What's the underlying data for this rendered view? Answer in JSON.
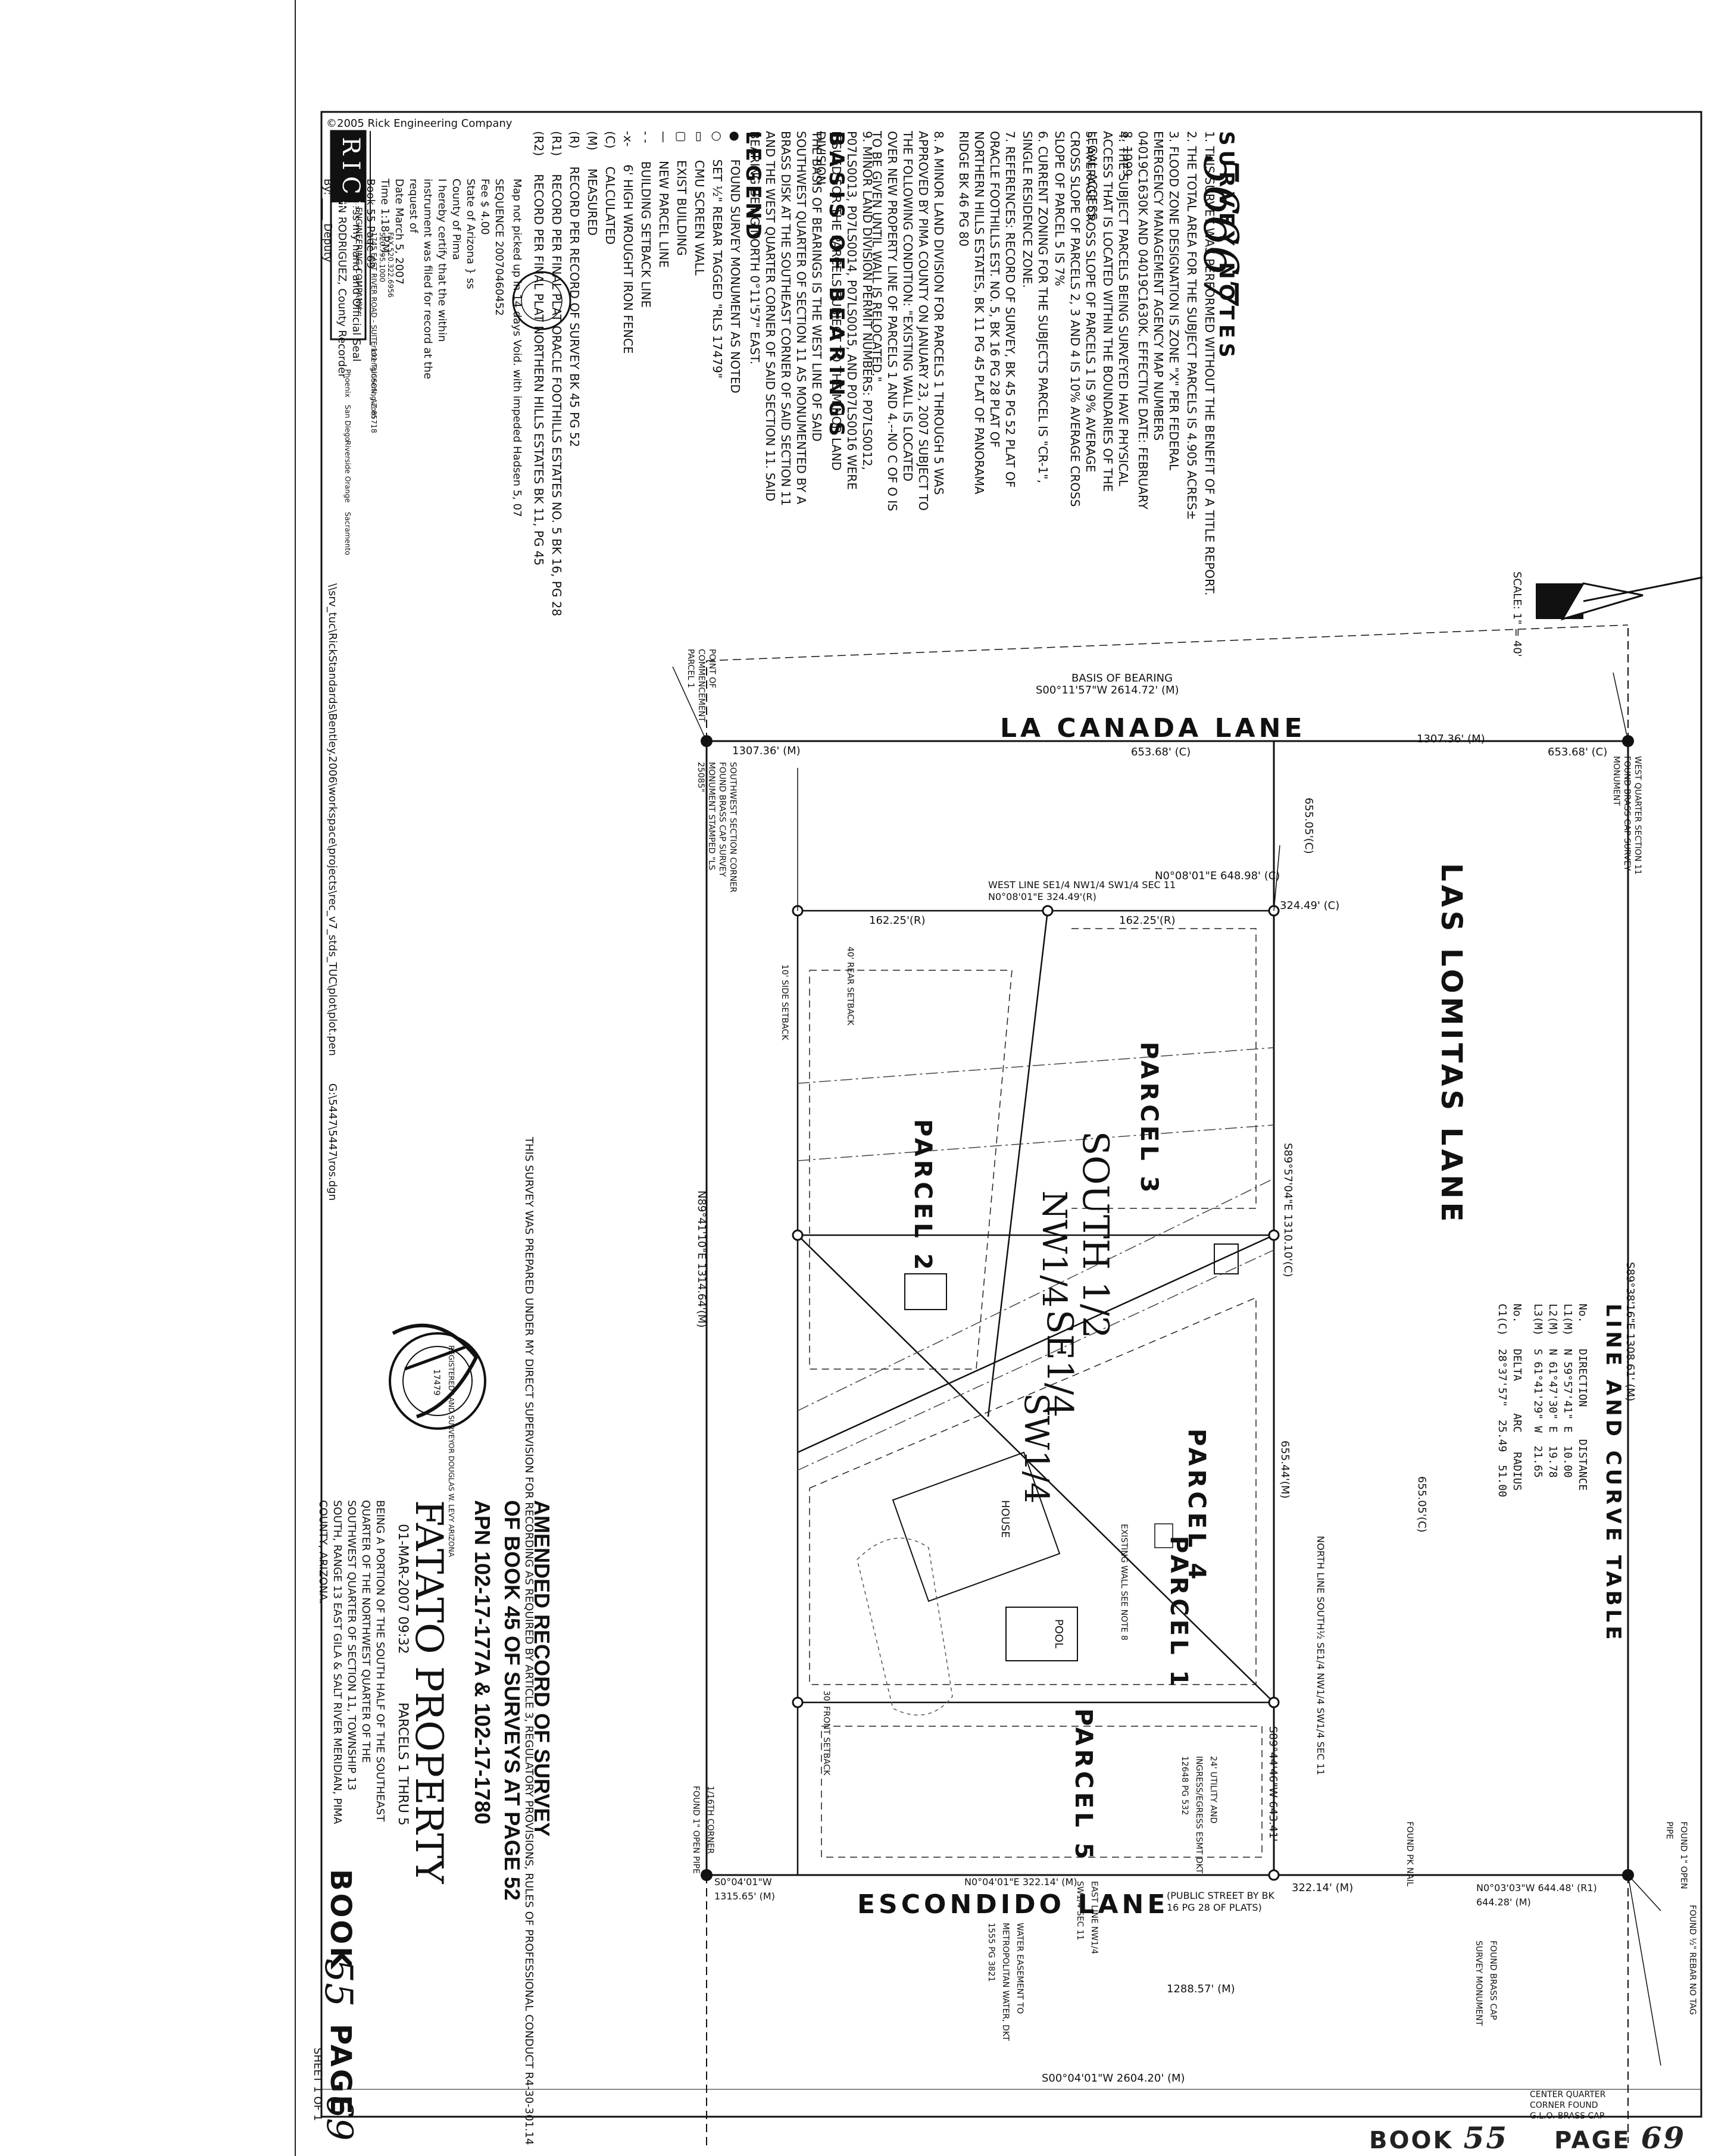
{
  "header": {
    "copyright": "©2005 Rick Engineering Company",
    "handwritten_number": "56667"
  },
  "survey_notes": {
    "title": "SURVEY NOTES",
    "notes": [
      "1. THIS SURVEY WAS PERFORMED WITHOUT THE BENEFIT OF A TITLE REPORT.",
      "2. THE TOTAL AREA FOR THE SUBJECT PARCELS IS 4.905 ACRES±",
      "3. FLOOD ZONE DESIGNATION IS ZONE \"X\" PER FEDERAL EMERGENCY MANAGEMENT AGENCY MAP NUMBERS 04019C1630K AND 04019C1630K. EFFECTIVE DATE: FEBRUARY 8, 1999.",
      "4. THE SUBJECT PARCELS BEING SURVEYED HAVE PHYSICAL ACCESS THAT IS LOCATED WITHIN THE BOUNDARIES OF THE LEGAL ACCESS.",
      "5. AVERAGE CROSS SLOPE OF PARCELS 1 IS 9% AVERAGE CROSS SLOPE OF PARCELS 2, 3 AND 4 IS 10% AVERAGE CROSS SLOPE OF PARCEL 5 IS 7%",
      "6. CURRENT ZONING FOR THE SUBJECTS PARCEL IS \"CR-1\", SINGLE RESIDENCE ZONE.",
      "7. REFERENCES: RECORD OF SURVEY, BK 45 PG 52 PLAT OF ORACLE FOOTHILLS EST. NO. 5, BK 16 PG 28 PLAT OF NORTHERN HILLS ESTATES, BK 11 PG 45 PLAT OF PANORAMA RIDGE BK 46 PG 80",
      "8. A MINOR LAND DIVISION FOR PARCELS 1 THROUGH 5 WAS APPROVED BY PIMA COUNTY ON JANUARY 23, 2007 SUBJECT TO THE FOLLOWING CONDITION: \"EXISTING WALL IS LOCATED OVER NEW PROPERTY LINE OF PARCELS 1 AND 4.--NO C OF O IS TO BE GIVEN UNTIL WALL IS RELOCATED.\"",
      "9. MINOR LAND DIVISION PERMIT NUMBERS: P07LS0012, P07LS0013, P07LS0014, P07LS0015, AND P07LS0016 WERE ISSUED FOR THE PARCELS SUBJECT TO THE MINOR LAND DIVISION"
    ]
  },
  "basis_of_bearings": {
    "title": "BASIS OF BEARINGS",
    "text": "THE BASIS OF BEARINGS IS THE WEST LINE OF SAID SOUTHWEST QUARTER OF SECTION 11 AS MONUMENTED BY A BRASS DISK AT THE SOUTHEAST CORNER OF SAID SECTION 11 AND THE WEST QUARTER CORNER OF SAID SECTION 11. SAID BEARING BEING NORTH 0°11'57\" EAST."
  },
  "legend": {
    "title": "LEGEND",
    "items": [
      {
        "symbol": "●",
        "text": "FOUND SURVEY MONUMENT AS NOTED"
      },
      {
        "symbol": "○",
        "text": "SET ½\" REBAR TAGGED \"RLS 17479\""
      },
      {
        "symbol": "▭",
        "text": "CMU SCREEN WALL"
      },
      {
        "symbol": "▢",
        "text": "EXIST BUILDING"
      },
      {
        "symbol": "—",
        "text": "NEW PARCEL LINE"
      },
      {
        "symbol": "- -",
        "text": "BUILDING SETBACK LINE"
      },
      {
        "symbol": "-x-",
        "text": "6' HIGH WROUGHT IRON FENCE"
      },
      {
        "symbol": "(C)",
        "text": "CALCULATED"
      },
      {
        "symbol": "(M)",
        "text": "MEASURED"
      },
      {
        "symbol": "(R)",
        "text": "RECORD PER RECORD OF SURVEY BK 45 PG 52"
      },
      {
        "symbol": "(R1)",
        "text": "RECORD PER FINAL PLAT ORACLE FOOTHILLS ESTATES NO. 5 BK 16, PG 28"
      },
      {
        "symbol": "(R2)",
        "text": "RECORD PER FINAL PLAT NORTHERN HILLS ESTATES BK 11, PG 45"
      }
    ]
  },
  "recorder": {
    "map_note": "Map not picked up in 14 days Void. with impeded Hadsen 5, 07",
    "sequence_label": "SEQUENCE",
    "sequence": "20070460452",
    "fee": "Fee $ 4.00",
    "state_line": "State of Arizona } ss",
    "county_line": "County of Pima",
    "certify": "I hereby certify that the within instrument was filed for record at the request of",
    "date_line": "Date March 5, 2007",
    "time_line": "Time 1:18 P.M.",
    "book_line": "Book 55  Page 69",
    "witness": "Witness my hand and Official Seal",
    "recorder_name": "F. ANN RODRIGUEZ, County Recorder",
    "by_line": "By: ____ Deputy"
  },
  "company": {
    "name": "RICK",
    "sub": "ENGINEERING COMPANY",
    "address": "1745 EAST RIVER ROAD - SUITE 101 TUCSON, AZ 85718",
    "phone": "520.795.1000",
    "fax": "FAX 520.322.6956",
    "web": "rickengineering.com",
    "offices": [
      "Phoenix",
      "San Diego",
      "Riverside",
      "Orange",
      "Sacramento"
    ]
  },
  "file_path": "\\\\srv_tuc\\RickStandards\\Bentley.2006\\workspace\\projects\\rec_v7_stds_TUC\\plot\\plot.pen",
  "file_ref": "G:\\5447\\5447\\ros.dgn",
  "certification_text": "THIS SURVEY WAS PREPARED UNDER MY DIRECT SUPERVISION FOR RECORDING AS REQUIRED BY ARTICLE 3, REGULATORY PROVISIONS, RULES OF PROFESSIONAL CONDUCT R4-30-301.14",
  "seal": {
    "text": "REGISTERED LAND SURVEYOR DOUGLAS W. LEVY ARIZONA",
    "number": "17479"
  },
  "date_stamp": "01-MAR-2007   09:32",
  "title_block": {
    "line1": "AMENDED RECORD OF SURVEY",
    "line2": "OF BOOK 45 OF SURVEYS AT PAGE 52",
    "line3": "APN 102-17-177A & 102-17-1780",
    "property": "FATATO PROPERTY",
    "parcels": "PARCELS 1 THRU 5",
    "description": "BEING A PORTION OF THE SOUTH HALF OF THE SOUTHEAST QUARTER OF THE NORTHWEST QUARTER OF THE SOUTHWEST QUARTER OF SECTION 11, TOWNSHIP 13 SOUTH, RANGE 13 EAST GILA & SALT RIVER MERIDIAN, PIMA COUNTY, ARIZONA."
  },
  "book_page": {
    "book_label": "BOOK",
    "book": "55",
    "page_label": "PAGE",
    "page": "69",
    "sheet": "SHEET 1 OF 1"
  },
  "bottom_stamp": {
    "book_label": "BOOK",
    "book": "55",
    "page_label": "PAGE",
    "page": "69"
  },
  "scale": "SCALE: 1\" = 40'",
  "line_curve_table": {
    "title": "LINE AND CURVE TABLE",
    "line_headers": [
      "No.",
      "DIRECTION",
      "DISTANCE"
    ],
    "lines": [
      [
        "L1(M)",
        "N 59°57'41\" E",
        "10.00"
      ],
      [
        "L2(M)",
        "N 61°47'30\" E",
        "19.78"
      ],
      [
        "L3(M)",
        "S 61°41'29\" W",
        "21.65"
      ]
    ],
    "curve_headers": [
      "No.",
      "DELTA",
      "ARC",
      "RADIUS"
    ],
    "curves": [
      [
        "C1(C)",
        "28°37'57\"",
        "25.49",
        "51.00"
      ]
    ]
  },
  "roads": {
    "north": "LA CANADA LANE",
    "east": "LAS LOMITAS LANE",
    "south": "ESCONDIDO LANE",
    "south_note": "(PUBLIC STREET BY BK 16 PG 28 OF PLATS)"
  },
  "parcels": [
    "PARCEL 1",
    "PARCEL 2",
    "PARCEL 3",
    "PARCEL 4",
    "PARCEL 5"
  ],
  "map_labels": {
    "south_half": "SOUTH 1/2",
    "se_quarter": "SE1/4",
    "nw_quarter": "NW1/4",
    "sw_quarter": "SW1/4",
    "house": "HOUSE",
    "pool": "POOL",
    "basis_bearing": "BASIS OF BEARING",
    "basis_dim": "S00°11'57\"W   2614.72' (M)",
    "north_dim_left": "1307.36' (M)",
    "north_dim_right": "1307.36' (M)",
    "north_c_left": "653.68' (C)",
    "north_c_right": "653.68' (C)",
    "west_quarter": "WEST QUARTER SECTION 11 FOUND BRASS CAP SURVEY MONUMENT",
    "pob": "POINT OF COMMENCEMENT PARCEL 1",
    "sw_corner": "SOUTHWEST SECTION CORNER FOUND BRASS CAP SURVEY MONUMENT STAMPED \"LS 25085\"",
    "west_line_sec": "WEST LINE SE1/4 NW1/4 SW1/4 SEC 11",
    "west_line_dim": "N0°08'01\"E 324.49'(R)",
    "dim_648": "N0°08'01\"E   648.98' (C)",
    "dim_655": "655.05'(C)",
    "dim_324": "324.49' (C)",
    "dim_162a": "162.25'(R)",
    "dim_162b": "162.25'(R)",
    "dim_1310": "S89°57'04\"E   1310.10'(C)",
    "dim_1314": "N89°41'10\"E   1314.64'(M)",
    "dim_1308": "S89°38'16\"E   1308.61' (M)",
    "dim_655_05": "655.05'(C)",
    "dim_655_44": "655.44'(M)",
    "north_line": "NORTH LINE SOUTH½ SE1/4 NW1/4 SW1/4 SEC 11",
    "dim_643": "S89°44'46\"W 643.41'",
    "dim_322": "322.14' (M)",
    "dim_644": "N0°03'03\"W 644.48' (R1)  644.28' (M)",
    "dim_1288": "1288.57' (M)",
    "dim_2604": "S00°04'01\"W   2604.20' (M)",
    "dim_1315": "S0°04'01\"W  1315.65' (M)",
    "dim_322b": "N0°04'01\"E 322.14' (M)",
    "center_quarter": "CENTER QUARTER CORNER FOUND G.L.O. BRASS CAP",
    "found_brass": "FOUND BRASS CAP SURVEY MONUMENT",
    "found_pk": "FOUND PK NAIL",
    "found_open_pipe": "FOUND 1\" OPEN PIPE",
    "found_rebar_notag": "FOUND ½\" REBAR NO TAG",
    "water_easement": "WATER EASEMENT TO METROPOLITAN WATER, DKT 1555 PG 3821",
    "utility": "24' UTILITY AND INGRESS/EGRESS ESMT DKT 12648 PG 532",
    "existing_wall": "EXISTING WALL SEE NOTE 8",
    "setback_front": "30' FRONT SETBACK",
    "setback_side": "10' SIDE SETBACK",
    "setback_rear": "40' REAR SETBACK",
    "east_line": "EAST LINE NW1/4 SW1/4 SEC 11",
    "sixteenth": "1/16TH CORNER FOUND 1\" OPEN PIPE"
  }
}
